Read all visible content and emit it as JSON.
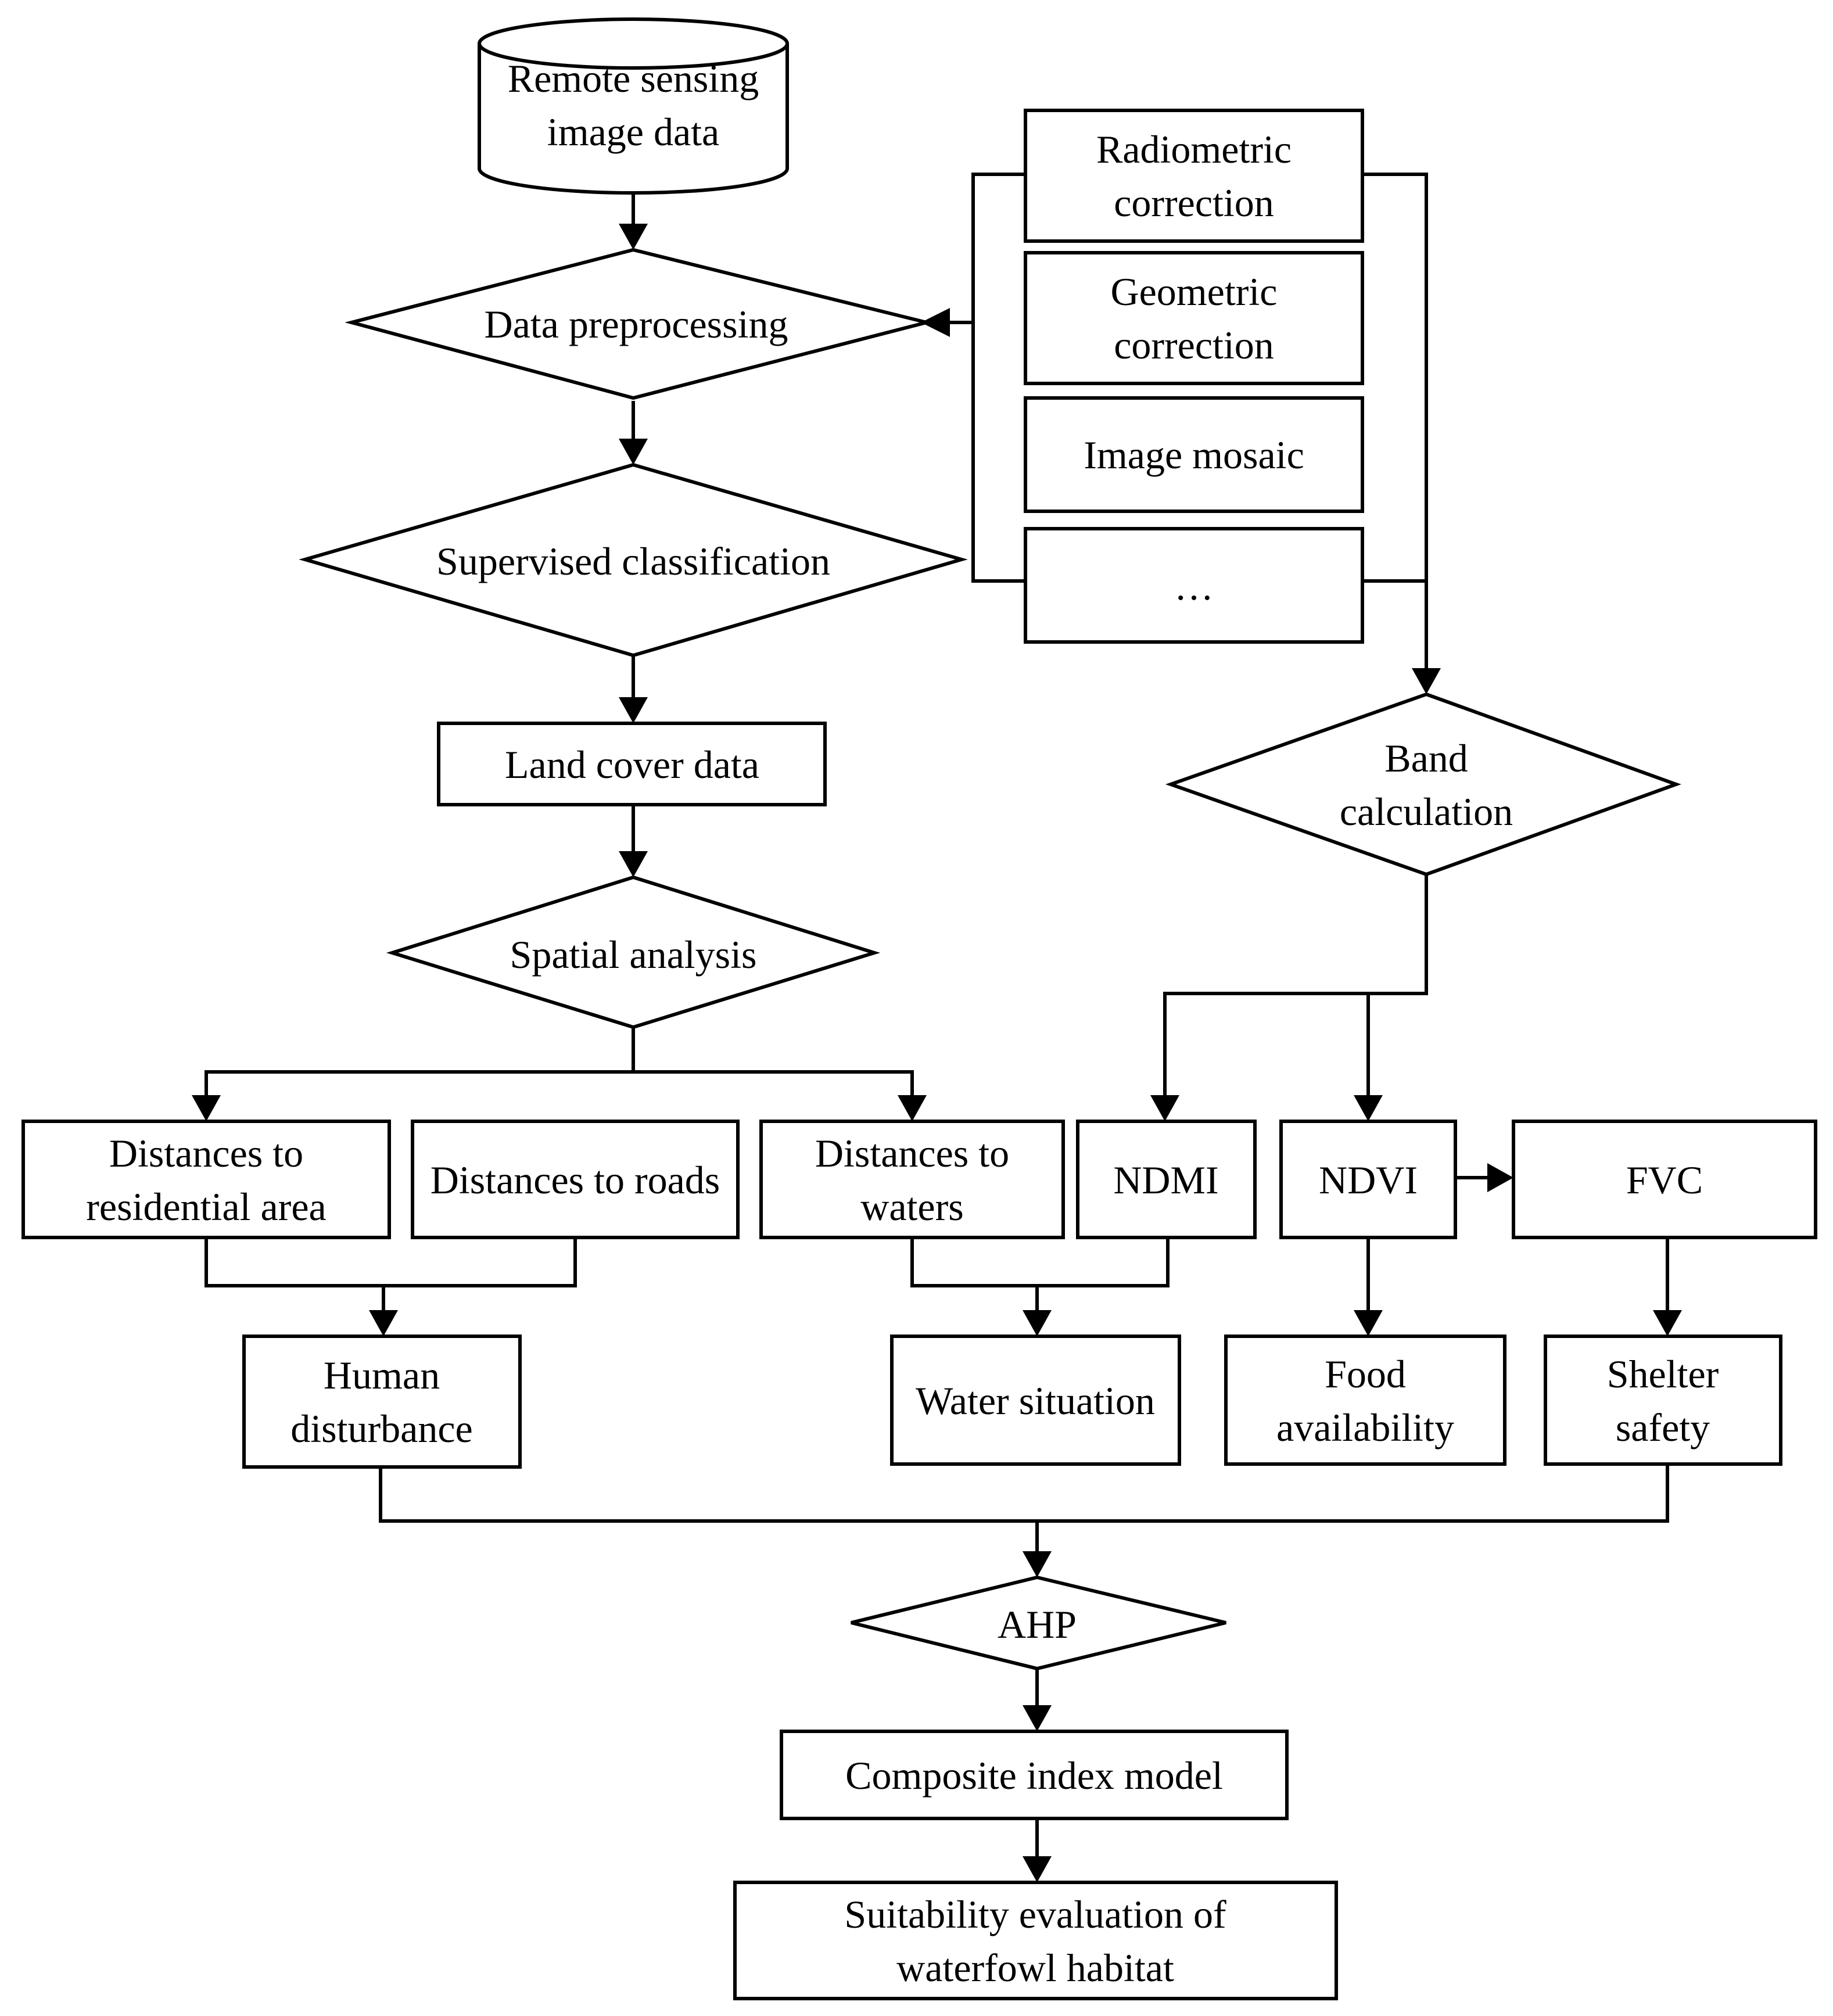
{
  "nodes": {
    "remote_sensing": [
      "Remote sensing",
      "image  data"
    ],
    "radiometric": [
      "Radiometric",
      "correction"
    ],
    "geometric": [
      "Geometric",
      "correction"
    ],
    "mosaic": [
      "Image mosaic"
    ],
    "ellipsis": [
      "…"
    ],
    "preprocessing": [
      "Data preprocessing"
    ],
    "supervised": [
      "Supervised classification"
    ],
    "land_cover": [
      "Land cover data"
    ],
    "band_calc": [
      "Band",
      "calculation"
    ],
    "spatial": [
      "Spatial  analysis"
    ],
    "dist_residential": [
      "Distances to",
      "residential  area"
    ],
    "dist_roads": [
      "Distances to roads"
    ],
    "dist_waters": [
      "Distances to",
      "waters"
    ],
    "ndmi": [
      "NDMI"
    ],
    "ndvi": [
      "NDVI"
    ],
    "fvc": [
      "FVC"
    ],
    "human": [
      "Human",
      "disturbance"
    ],
    "water_situation": [
      "Water situation"
    ],
    "food": [
      "Food",
      "availability"
    ],
    "shelter": [
      "Shelter",
      "safety"
    ],
    "ahp": [
      "AHP"
    ],
    "composite": [
      "Composite index model"
    ],
    "suitability": [
      "Suitability  evaluation  of",
      "waterfowl habitat"
    ]
  }
}
